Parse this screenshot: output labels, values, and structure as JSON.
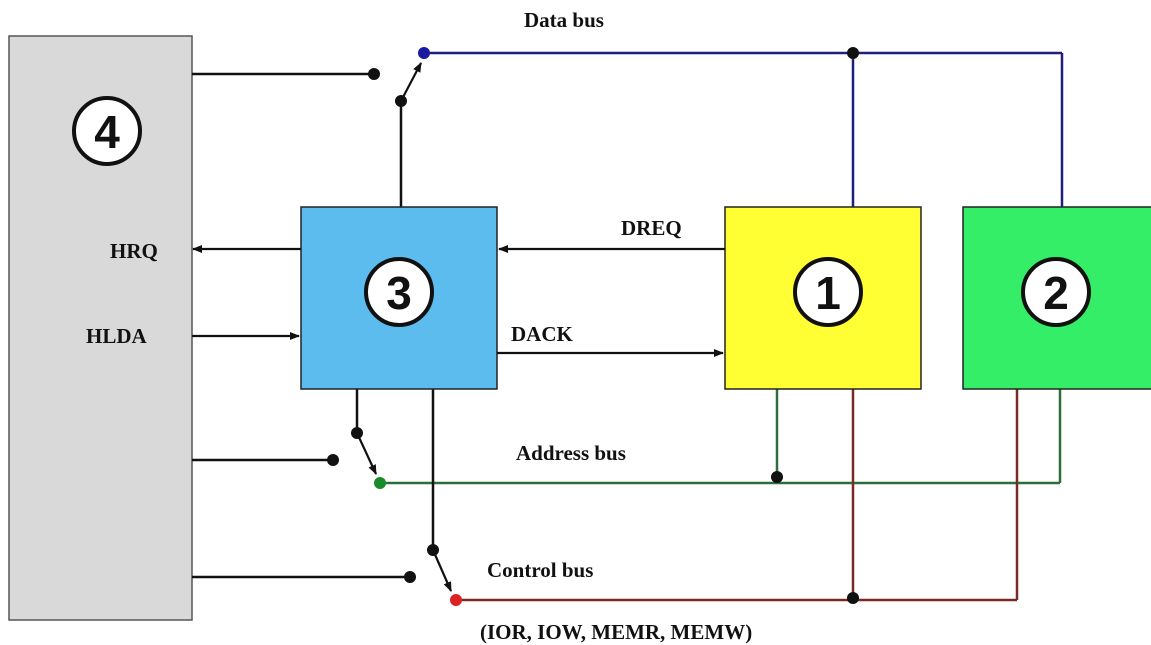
{
  "colors": {
    "background": "#ffffff",
    "block_4": "#d9d9d9",
    "block_3": "#5cbcee",
    "block_1": "#ffff33",
    "block_2": "#33ee66",
    "data_bus": "#1f1f80",
    "address_bus": "#2e6e3a",
    "control_bus": "#7a2a24",
    "signal_line": "#111111",
    "data_node": "#1a1aa0",
    "address_node": "#1a8a2a",
    "control_node": "#dd2222"
  },
  "blocks": {
    "block_4": {
      "number": "4"
    },
    "block_3": {
      "number": "3"
    },
    "block_1": {
      "number": "1"
    },
    "block_2": {
      "number": "2"
    }
  },
  "signals": {
    "hrq": "HRQ",
    "hlda": "HLDA",
    "dreq": "DREQ",
    "dack": "DACK"
  },
  "buses": {
    "data_bus": "Data bus",
    "address_bus": "Address bus",
    "control_bus": "Control bus",
    "control_bus_signals": "(IOR, IOW, MEMR, MEMW)"
  }
}
